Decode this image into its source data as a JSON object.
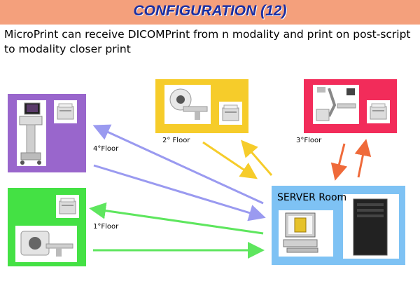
{
  "header": {
    "title": "CONFIGURATION (12)",
    "description": "MicroPrint can receive DICOMPrint from n modality and print on post-script to modality closer print"
  },
  "floors": {
    "floor4": "4°Floor",
    "floor2": "2° Floor",
    "floor3": "3°Floor",
    "floor1": "1°Floor"
  },
  "server": {
    "label": "SERVER Room"
  },
  "colors": {
    "banner": "#f4a07c",
    "title": "#1a2fa3",
    "purple_zone": "#9966cc",
    "yellow_zone": "#f6cc2a",
    "pink_zone": "#f22c5a",
    "green_zone": "#44e144",
    "server_zone": "#7ec2f4",
    "purple_arrow": "#9a9af0",
    "yellow_arrow": "#f6cc2a",
    "red_arrow": "#ef6a3a",
    "green_arrow": "#5ee65e"
  },
  "icons": [
    "ultrasound-icon",
    "ct-scanner-icon",
    "xray-room-icon",
    "mri-scanner-icon",
    "printer-icon",
    "monitor-icon",
    "server-tower-icon"
  ]
}
